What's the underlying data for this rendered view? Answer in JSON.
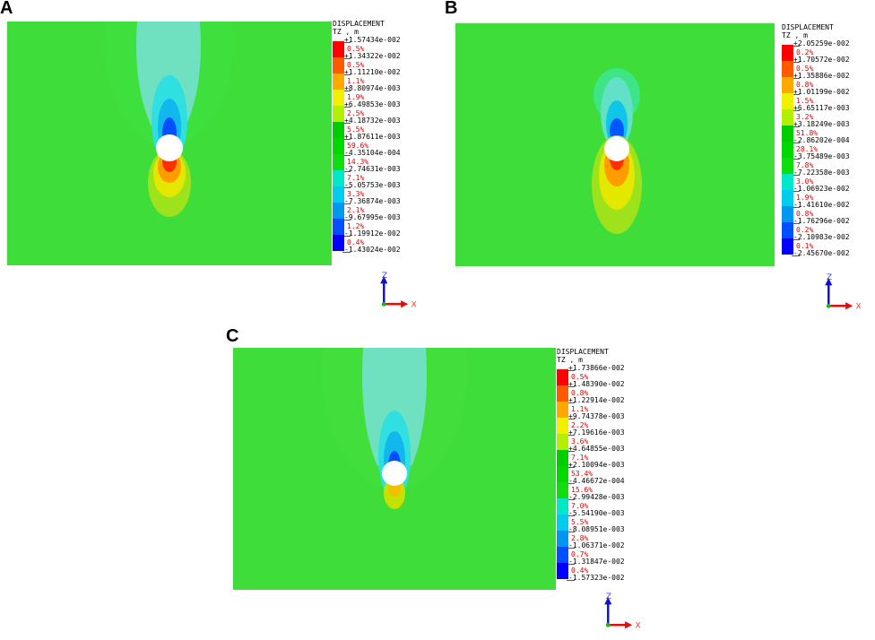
{
  "panels": [
    {
      "label": "A",
      "legend": {
        "title_line1": "DISPLACEMENT",
        "title_line2": "TZ , m",
        "values": [
          "+1.57434e-002",
          "+1.34322e-002",
          "+1.11210e-002",
          "+8.80974e-003",
          "+6.49853e-003",
          "+4.18732e-003",
          "+1.87611e-003",
          "-4.35104e-004",
          "-2.74631e-003",
          "-5.05753e-003",
          "-7.36874e-003",
          "-9.67995e-003",
          "-1.19912e-002",
          "-1.43024e-002"
        ],
        "percents": [
          "0.5%",
          "0.5%",
          "1.1%",
          "1.9%",
          "2.5%",
          "5.5%",
          "59.6%",
          "14.3%",
          "7.1%",
          "3.3%",
          "2.1%",
          "1.2%",
          "0.4%"
        ]
      },
      "axis": {
        "z": "Z",
        "x": "X"
      }
    },
    {
      "label": "B",
      "legend": {
        "title_line1": "DISPLACEMENT",
        "title_line2": "TZ , m",
        "values": [
          "+2.05259e-002",
          "+1.70572e-002",
          "+1.35886e-002",
          "+1.01199e-002",
          "+6.65117e-003",
          "+3.18249e-003",
          "-2.86202e-004",
          "-3.75489e-003",
          "-7.22358e-003",
          "-1.06923e-002",
          "-1.41610e-002",
          "-1.76296e-002",
          "-2.10983e-002",
          "-2.45670e-002"
        ],
        "percents": [
          "0.2%",
          "0.5%",
          "0.8%",
          "1.5%",
          "3.2%",
          "51.8%",
          "28.1%",
          "7.8%",
          "3.0%",
          "1.9%",
          "0.8%",
          "0.2%",
          "0.1%"
        ]
      },
      "axis": {
        "z": "Z",
        "x": "X"
      }
    },
    {
      "label": "C",
      "legend": {
        "title_line1": "DISPLACEMENT",
        "title_line2": "TZ , m",
        "values": [
          "+1.73866e-002",
          "+1.48390e-002",
          "+1.22914e-002",
          "+9.74378e-003",
          "+7.19616e-003",
          "+4.64855e-003",
          "+2.10094e-003",
          "-4.46672e-004",
          "-2.99428e-003",
          "-5.54190e-003",
          "-8.08951e-003",
          "-1.06371e-002",
          "-1.31847e-002",
          "-1.57323e-002"
        ],
        "percents": [
          "0.5%",
          "0.8%",
          "1.1%",
          "2.2%",
          "3.6%",
          "7.1%",
          "53.4%",
          "15.6%",
          "7.0%",
          "5.5%",
          "2.8%",
          "0.7%",
          "0.4%"
        ]
      },
      "axis": {
        "z": "Z",
        "x": "X"
      }
    }
  ],
  "band_colors": [
    "#ff0000",
    "#ff5a00",
    "#ffa800",
    "#f0f000",
    "#b4ee00",
    "#00cc00",
    "#00d800",
    "#10dc10",
    "#00e8c8",
    "#00ccee",
    "#0098ee",
    "#0050ff",
    "#0000ff"
  ]
}
